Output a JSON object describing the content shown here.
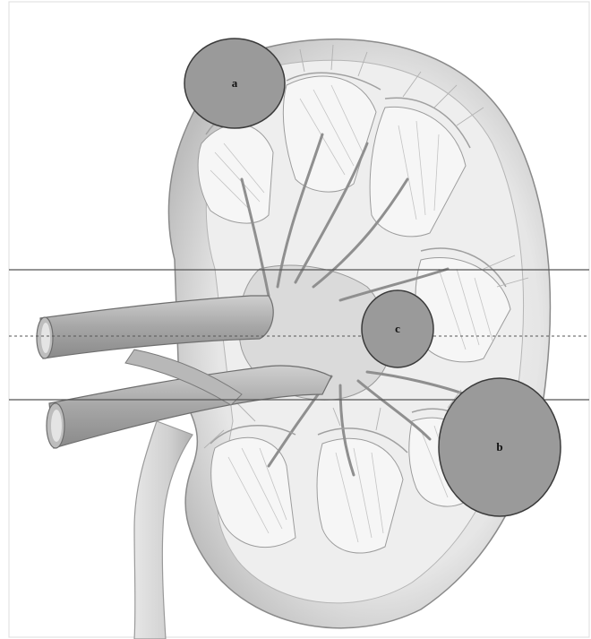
{
  "figure": {
    "markers": [
      {
        "id": "a",
        "label": "a"
      },
      {
        "id": "b",
        "label": "b"
      },
      {
        "id": "c",
        "label": "c"
      }
    ],
    "colors": {
      "marker_fill": "#9a9a9a",
      "marker_stroke": "#3a3a3a",
      "line_color": "#555555",
      "tissue_light": "#f4f4f4",
      "tissue_mid": "#d6d6d6",
      "tissue_dark": "#8c8c8c",
      "vessel": "#a8a8a8"
    },
    "reference_lines": [
      {
        "id": "upper",
        "style": "solid"
      },
      {
        "id": "middle",
        "style": "dashed"
      },
      {
        "id": "lower",
        "style": "solid"
      }
    ]
  }
}
